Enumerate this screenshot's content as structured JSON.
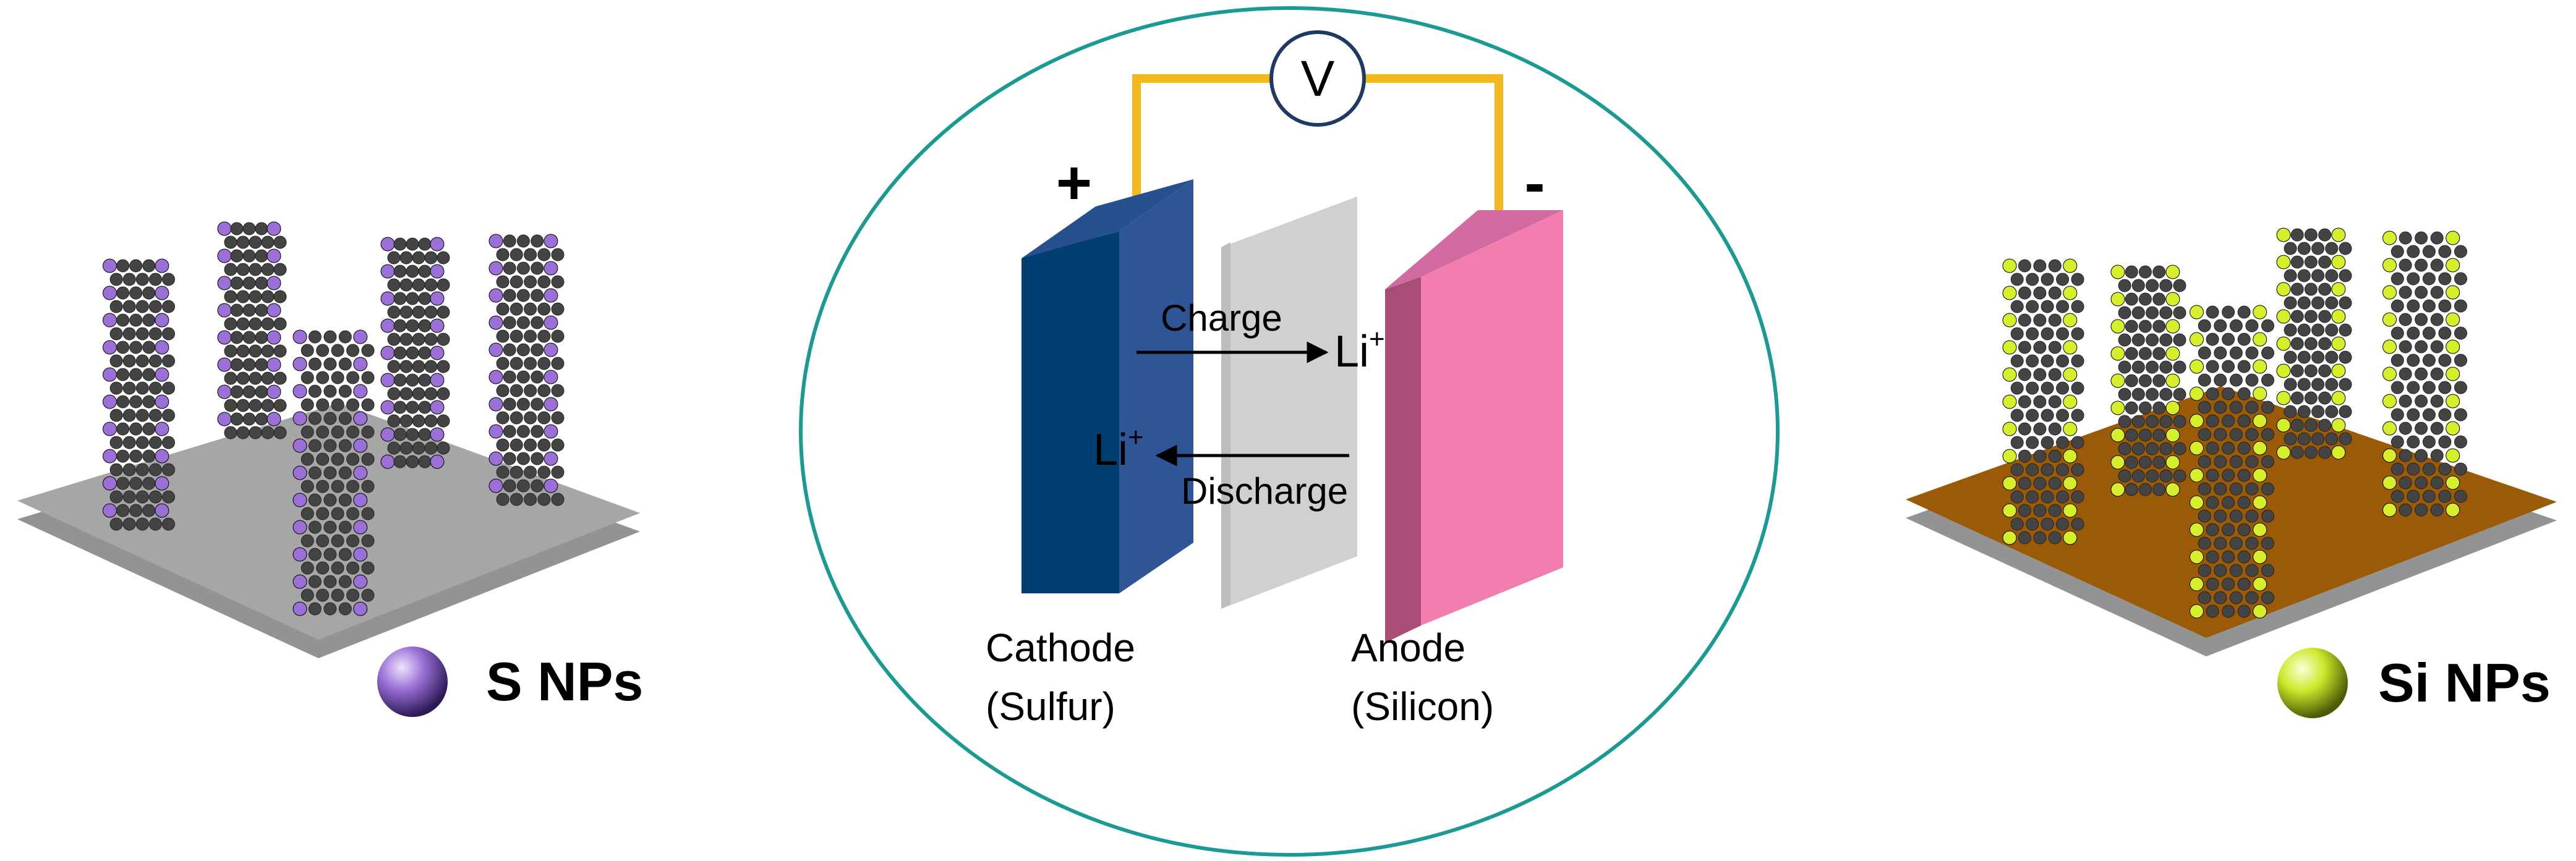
{
  "battery": {
    "voltmeter": "V",
    "positive_sign": "+",
    "negative_sign": "-",
    "charge_label": "Charge",
    "discharge_label": "Discharge",
    "ion_label": "Li",
    "ion_charge": "+",
    "cathode_label": "Cathode",
    "cathode_material": "(Sulfur)",
    "anode_label": "Anode",
    "anode_material": "(Silicon)"
  },
  "left_panel": {
    "legend": "S NPs",
    "atom_color": "#9a6fd6",
    "substrate_color": "#a6a6a6"
  },
  "right_panel": {
    "legend": "Si NPs",
    "atom_color": "#d7ef2a",
    "substrate_color": "#9b5a05"
  },
  "colors": {
    "wire": "#f4b81c",
    "circle_outline": "#1a9a92",
    "cathode": "#2f5597",
    "separator": "#d0d0d0",
    "anode": "#f27eb0"
  }
}
